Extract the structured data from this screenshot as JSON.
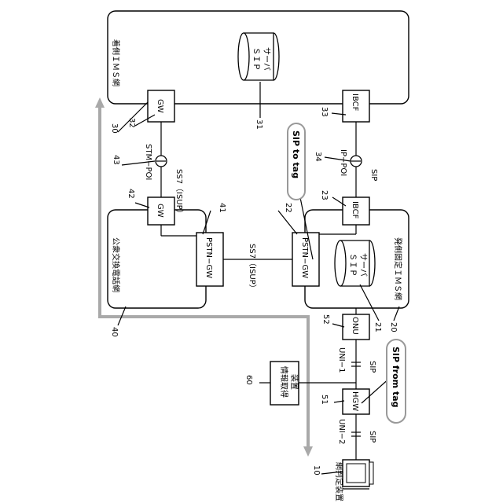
{
  "networks": {
    "terminating_ims": {
      "label": "着側ＩＭＳ網",
      "number": "30"
    },
    "pstn": {
      "label": "公衆交換電話網",
      "number": "40"
    },
    "originating_ims": {
      "label": "発側固定ＩＭＳ網",
      "number": "20"
    }
  },
  "nodes": {
    "gw_term": {
      "label": "GW",
      "number": "32"
    },
    "ibcf_term": {
      "label": "IBCF",
      "number": "33"
    },
    "sip_server_term": {
      "label_line1": "ＳＩＰ",
      "label_line2": "サーバ",
      "number": "31"
    },
    "gw_pstn": {
      "label": "GW",
      "number": "42"
    },
    "pstn_gw_pstn": {
      "label": "PSTN−GW",
      "number": "41"
    },
    "pstn_gw_orig": {
      "label": "PSTN−GW",
      "number": "22"
    },
    "ibcf_orig": {
      "label": "IBCF",
      "number": "23"
    },
    "sip_server_orig": {
      "label_line1": "ＳＩＰ",
      "label_line2": "サーバ",
      "number": "21"
    },
    "onu": {
      "label": "ONU",
      "number": "52"
    },
    "hgw": {
      "label": "HGW",
      "number": "51"
    },
    "info_device": {
      "label_line1": "情報取得",
      "label_line2": "装置",
      "number": "60"
    },
    "determination_device": {
      "label": "網判定装置",
      "number": "10"
    }
  },
  "connections": {
    "stm_poi": {
      "label": "STM−POI",
      "number": "43",
      "protocol": "SS7（ISUP）"
    },
    "ip_poi": {
      "label": "IP−POI",
      "number": "34",
      "protocol": "SIP"
    },
    "pstn_link": {
      "protocol": "SS7（ISUP）"
    },
    "uni1": {
      "label": "UNI−1",
      "protocol": "SIP"
    },
    "uni2": {
      "label": "UNI−2",
      "protocol": "SIP"
    }
  },
  "callouts": {
    "sip_to_tag": "SIP to tag",
    "sip_from_tag": "SIP from tag"
  }
}
